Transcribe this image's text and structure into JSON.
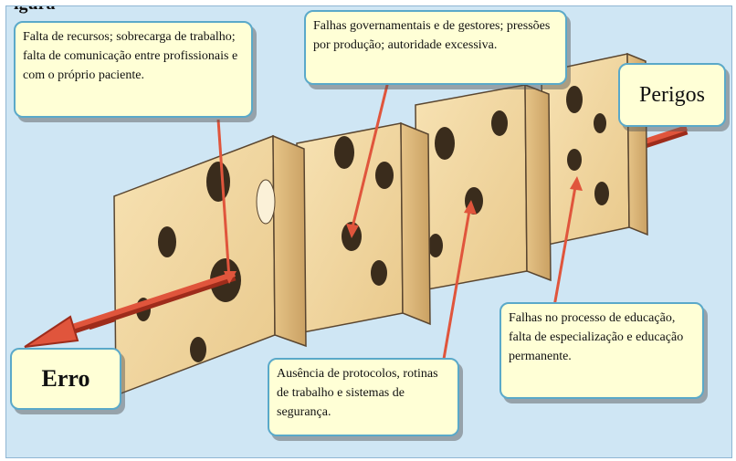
{
  "figure": {
    "heading": "igura"
  },
  "labels": {
    "hazards": "Perigos",
    "error": "Erro"
  },
  "callouts": {
    "resources": "Falta de recursos; sobrecarga de trabalho; falta de comunicação entre profissionais e com o próprio paciente.",
    "management": "Falhas governamentais e de gestores; pressões por produção; autoridade excessiva.",
    "protocols": "Ausência de protocolos, rotinas de trabalho e sistemas de segurança.",
    "education": "Falhas no processo de educação,  falta de especialização e educação permanente."
  },
  "colors": {
    "background": "#cfe6f4",
    "cheese": "#f3d9a4",
    "arrow": "#e0553c",
    "callout_fill": "#ffffd6",
    "callout_border": "#5aa9c9"
  }
}
